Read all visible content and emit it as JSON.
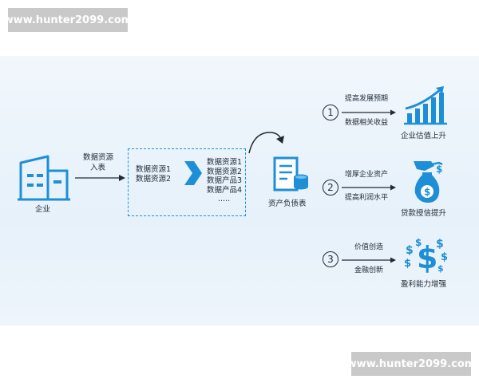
{
  "watermark": {
    "top_text": "www.hunter2099.com",
    "bottom_text": "www.hunter2099.com"
  },
  "colors": {
    "accent": "#1e8fd6",
    "text": "#1f2a36",
    "watermark_bg": "#c9c9c9"
  },
  "enterprise": {
    "label": "企业",
    "icon": "building-icon"
  },
  "input_arrow": {
    "line1": "数据资源",
    "line2": "入表"
  },
  "dashed_box": {
    "left_items": [
      "数据资源1",
      "数据资源2"
    ],
    "right_items": [
      "数据资源1",
      "数据资源2",
      "数据产品3",
      "数据产品4",
      "....."
    ]
  },
  "balance_sheet": {
    "label": "资产负债表",
    "icon": "balance-sheet-icon"
  },
  "outcomes": [
    {
      "number": "1",
      "top": "提高发展预期",
      "bottom": "数据相关收益",
      "result": "企业估值上升",
      "icon": "growth-bar-chart-icon"
    },
    {
      "number": "2",
      "top": "增厚企业资产",
      "bottom": "提高利润水平",
      "result": "贷款授信提升",
      "icon": "money-bag-hand-icon"
    },
    {
      "number": "3",
      "top": "价值创造",
      "bottom": "金融创新",
      "result": "盈利能力增强",
      "icon": "dollar-signs-icon"
    }
  ]
}
